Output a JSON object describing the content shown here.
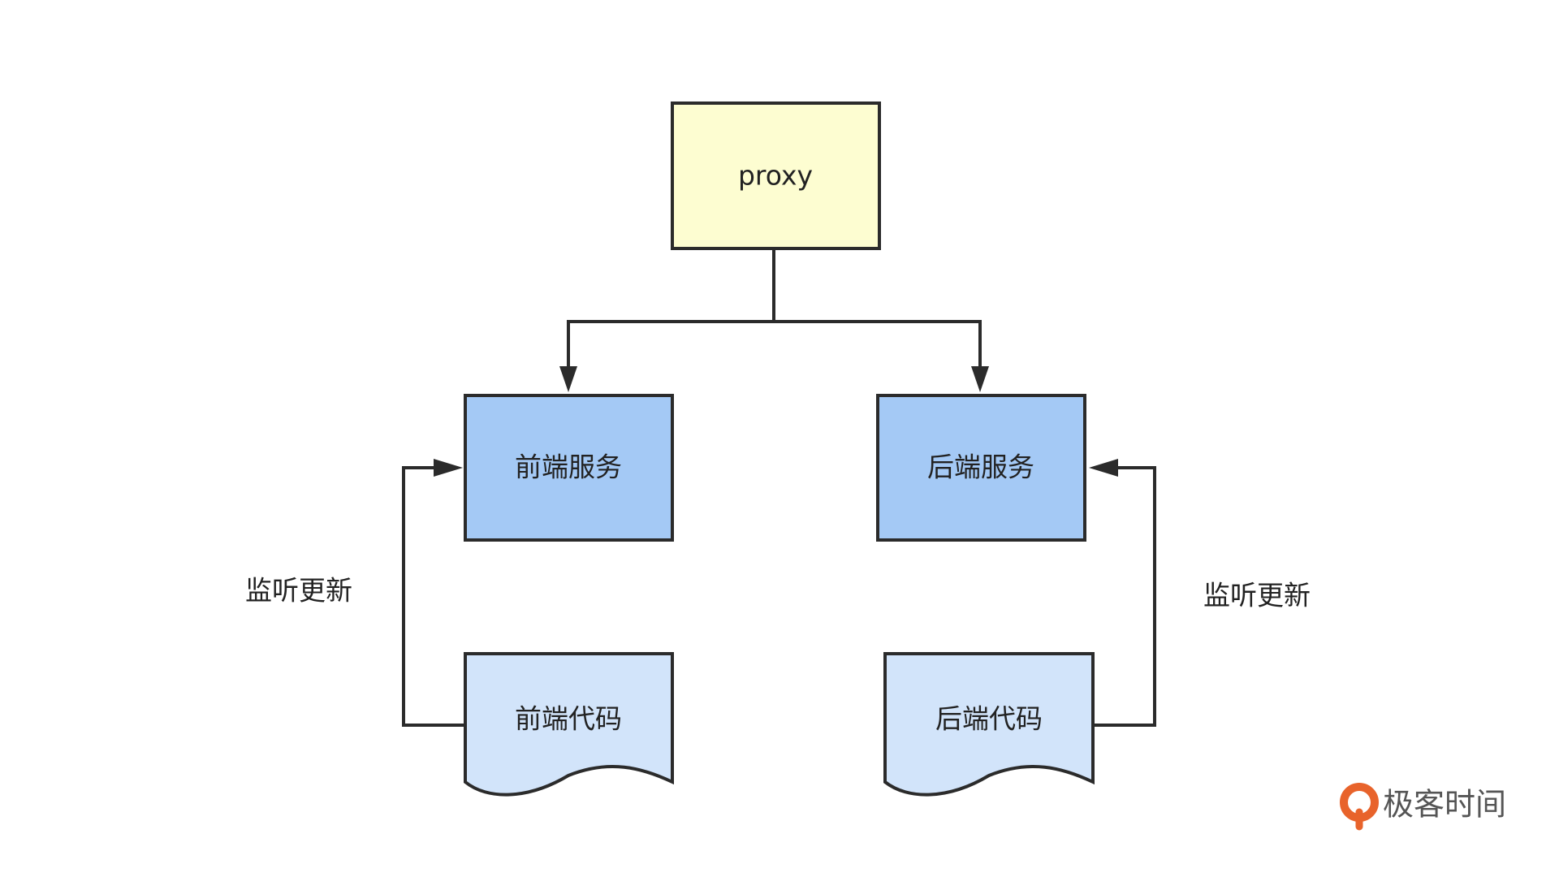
{
  "diagram": {
    "nodes": {
      "proxy": {
        "label": "proxy",
        "fill": "#fdfdd1"
      },
      "frontend_service": {
        "label": "前端服务",
        "fill": "#a4c9f5"
      },
      "backend_service": {
        "label": "后端服务",
        "fill": "#a4c9f5"
      },
      "frontend_code": {
        "label": "前端代码",
        "fill": "#d2e4fa"
      },
      "backend_code": {
        "label": "后端代码",
        "fill": "#d2e4fa"
      }
    },
    "edges": {
      "watch_left": {
        "label": "监听更新"
      },
      "watch_right": {
        "label": "监听更新"
      }
    }
  },
  "logo": {
    "text": "极客时间",
    "color": "#e8632b"
  }
}
